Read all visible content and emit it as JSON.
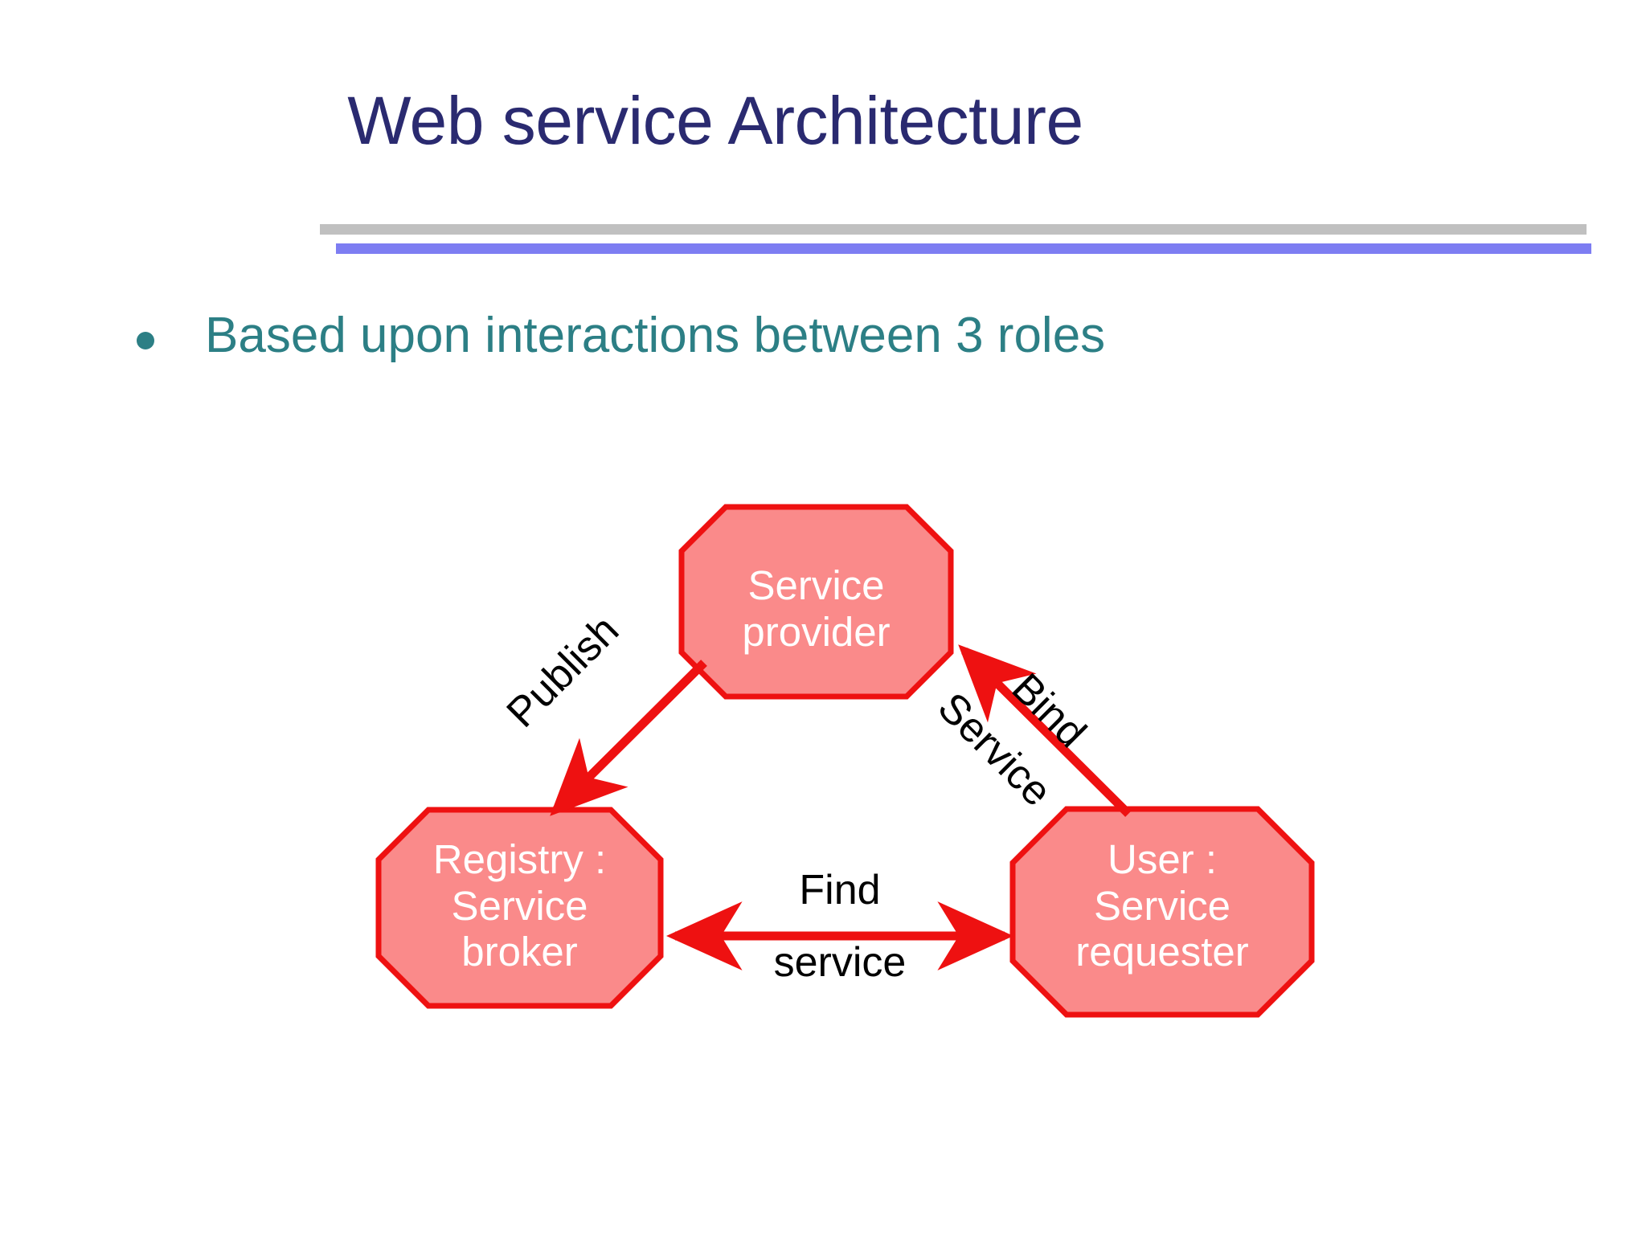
{
  "slide": {
    "title": "Web service Architecture",
    "title_color": "#2a2a70",
    "background_color": "#ffffff",
    "rule_top_color": "#c0c0c0",
    "rule_bottom_color": "#7d7df2"
  },
  "body": {
    "bullets": [
      {
        "text": "Based upon interactions between 3 roles",
        "color": "#2c7f85"
      }
    ]
  },
  "diagram": {
    "type": "triangle-role-interaction",
    "node_fill": "#fa8a8a",
    "node_stroke": "#ee1111",
    "node_text_color": "#ffffff",
    "arrow_color": "#ee1111",
    "edge_text_color": "#000000",
    "nodes": [
      {
        "id": "service-provider",
        "lines": [
          "Service",
          "provider"
        ],
        "position": "top-center"
      },
      {
        "id": "registry-service-broker",
        "lines": [
          "Registry :",
          "Service",
          "broker"
        ],
        "position": "bottom-left"
      },
      {
        "id": "user-service-requester",
        "lines": [
          "User  :",
          "Service",
          "requester"
        ],
        "position": "bottom-right"
      }
    ],
    "edges": [
      {
        "id": "publish",
        "labels": [
          "Publish"
        ],
        "from": "service-provider",
        "to": "registry-service-broker",
        "direction": "one-way"
      },
      {
        "id": "bind-service",
        "labels": [
          "Bind",
          "Service"
        ],
        "from": "user-service-requester",
        "to": "service-provider",
        "direction": "one-way"
      },
      {
        "id": "find-service",
        "labels": [
          "Find",
          "service"
        ],
        "from": "registry-service-broker",
        "to": "user-service-requester",
        "direction": "two-way"
      }
    ]
  }
}
